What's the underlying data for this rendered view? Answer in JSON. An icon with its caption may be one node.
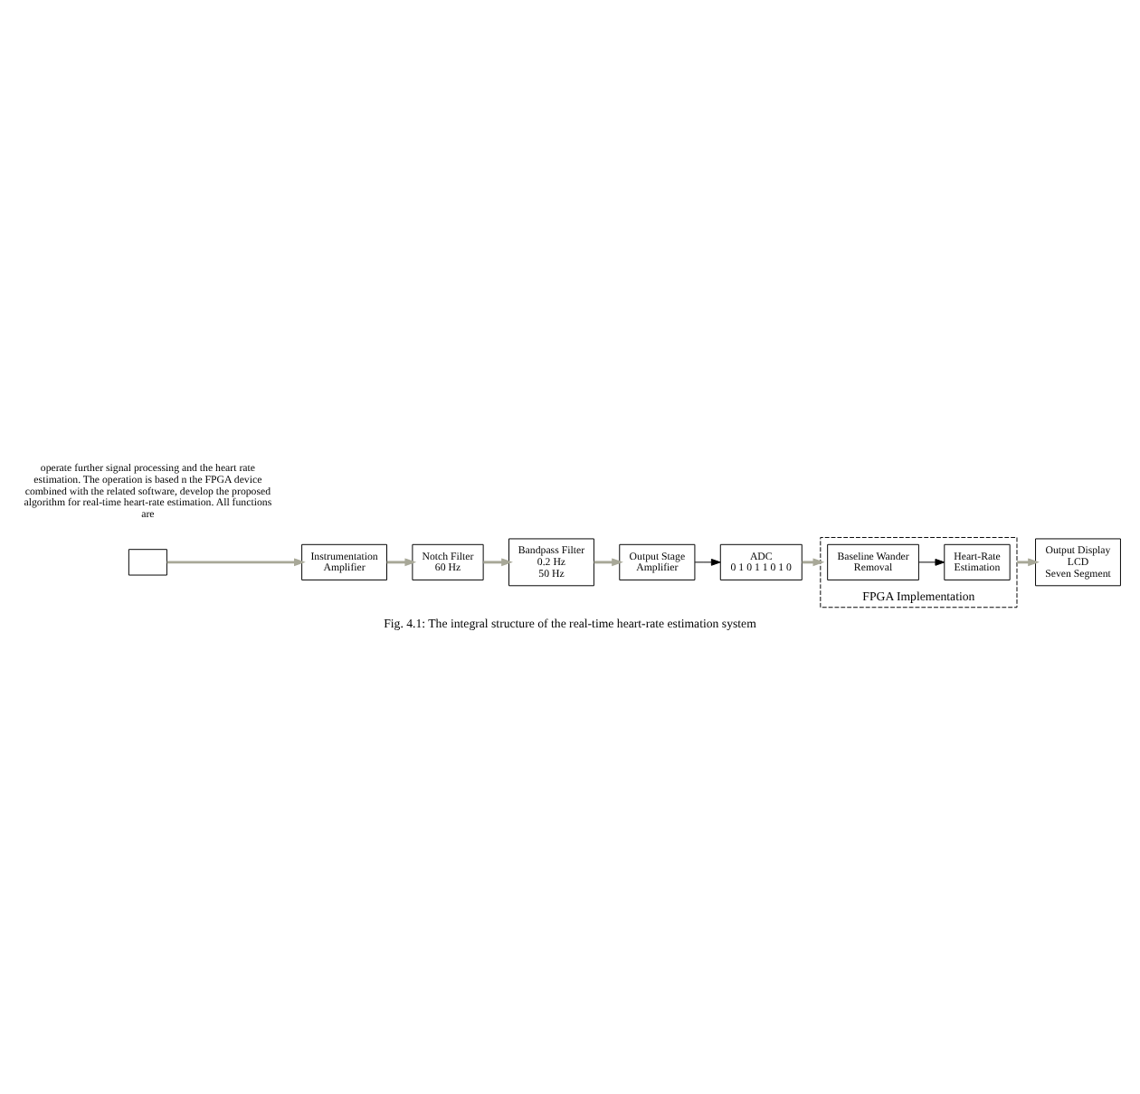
{
  "diagram": {
    "caption": "Fig. 4.1: The integral structure of the real-time heart-rate estimation system",
    "nodes": [
      {
        "text": [],
        "shape": "box"
      },
      {
        "text": [
          "Instrumentation Amplifier"
        ]
      },
      {
        "text": [
          "Notch Filter",
          "60 Hz"
        ]
      },
      {
        "text": [
          "Bandpass Filter",
          "0.2 Hz",
          "50 Hz"
        ]
      },
      {
        "text": [
          "Output Stage Amplifier"
        ]
      },
      {
        "text": [
          "ADC",
          "0 1 0 1 1 0 1 0"
        ]
      },
      {
        "text": [
          "FPGA Implementation"
        ]
      },
      {
        "text": [
          "Baseline Wander Removal"
        ],
        "in": 6
      },
      {
        "text": [
          "Heart-Rate Estimation"
        ],
        "in": 6
      },
      {
        "text": [
          "Output Display",
          "LCD",
          "Seven Segment"
        ]
      }
    ],
    "edges": [
      {
        "from": 0,
        "to": 1,
        "arrow": "to"
      },
      {
        "from": 1,
        "to": 2,
        "arrow": "to"
      },
      {
        "from": 2,
        "to": 3,
        "arrow": "to"
      },
      {
        "from": 3,
        "to": 4,
        "arrow": "to"
      },
      {
        "from": 4,
        "to": 5,
        "arrow": "to",
        "color": "#000000"
      },
      {
        "from": 5,
        "to": 6,
        "arrow": "to"
      },
      {
        "from": 7,
        "to": 8,
        "arrow": "to",
        "color": "#000000"
      },
      {
        "from": 6,
        "to": 9,
        "arrow": "to"
      }
    ],
    "labels": [
      "operate further signal processing and the heart rate estimation. The operation is based n the FPGA device combined with the related software, develop the proposed algorithm for real-time heart-rate estimation. All functions are"
    ]
  }
}
